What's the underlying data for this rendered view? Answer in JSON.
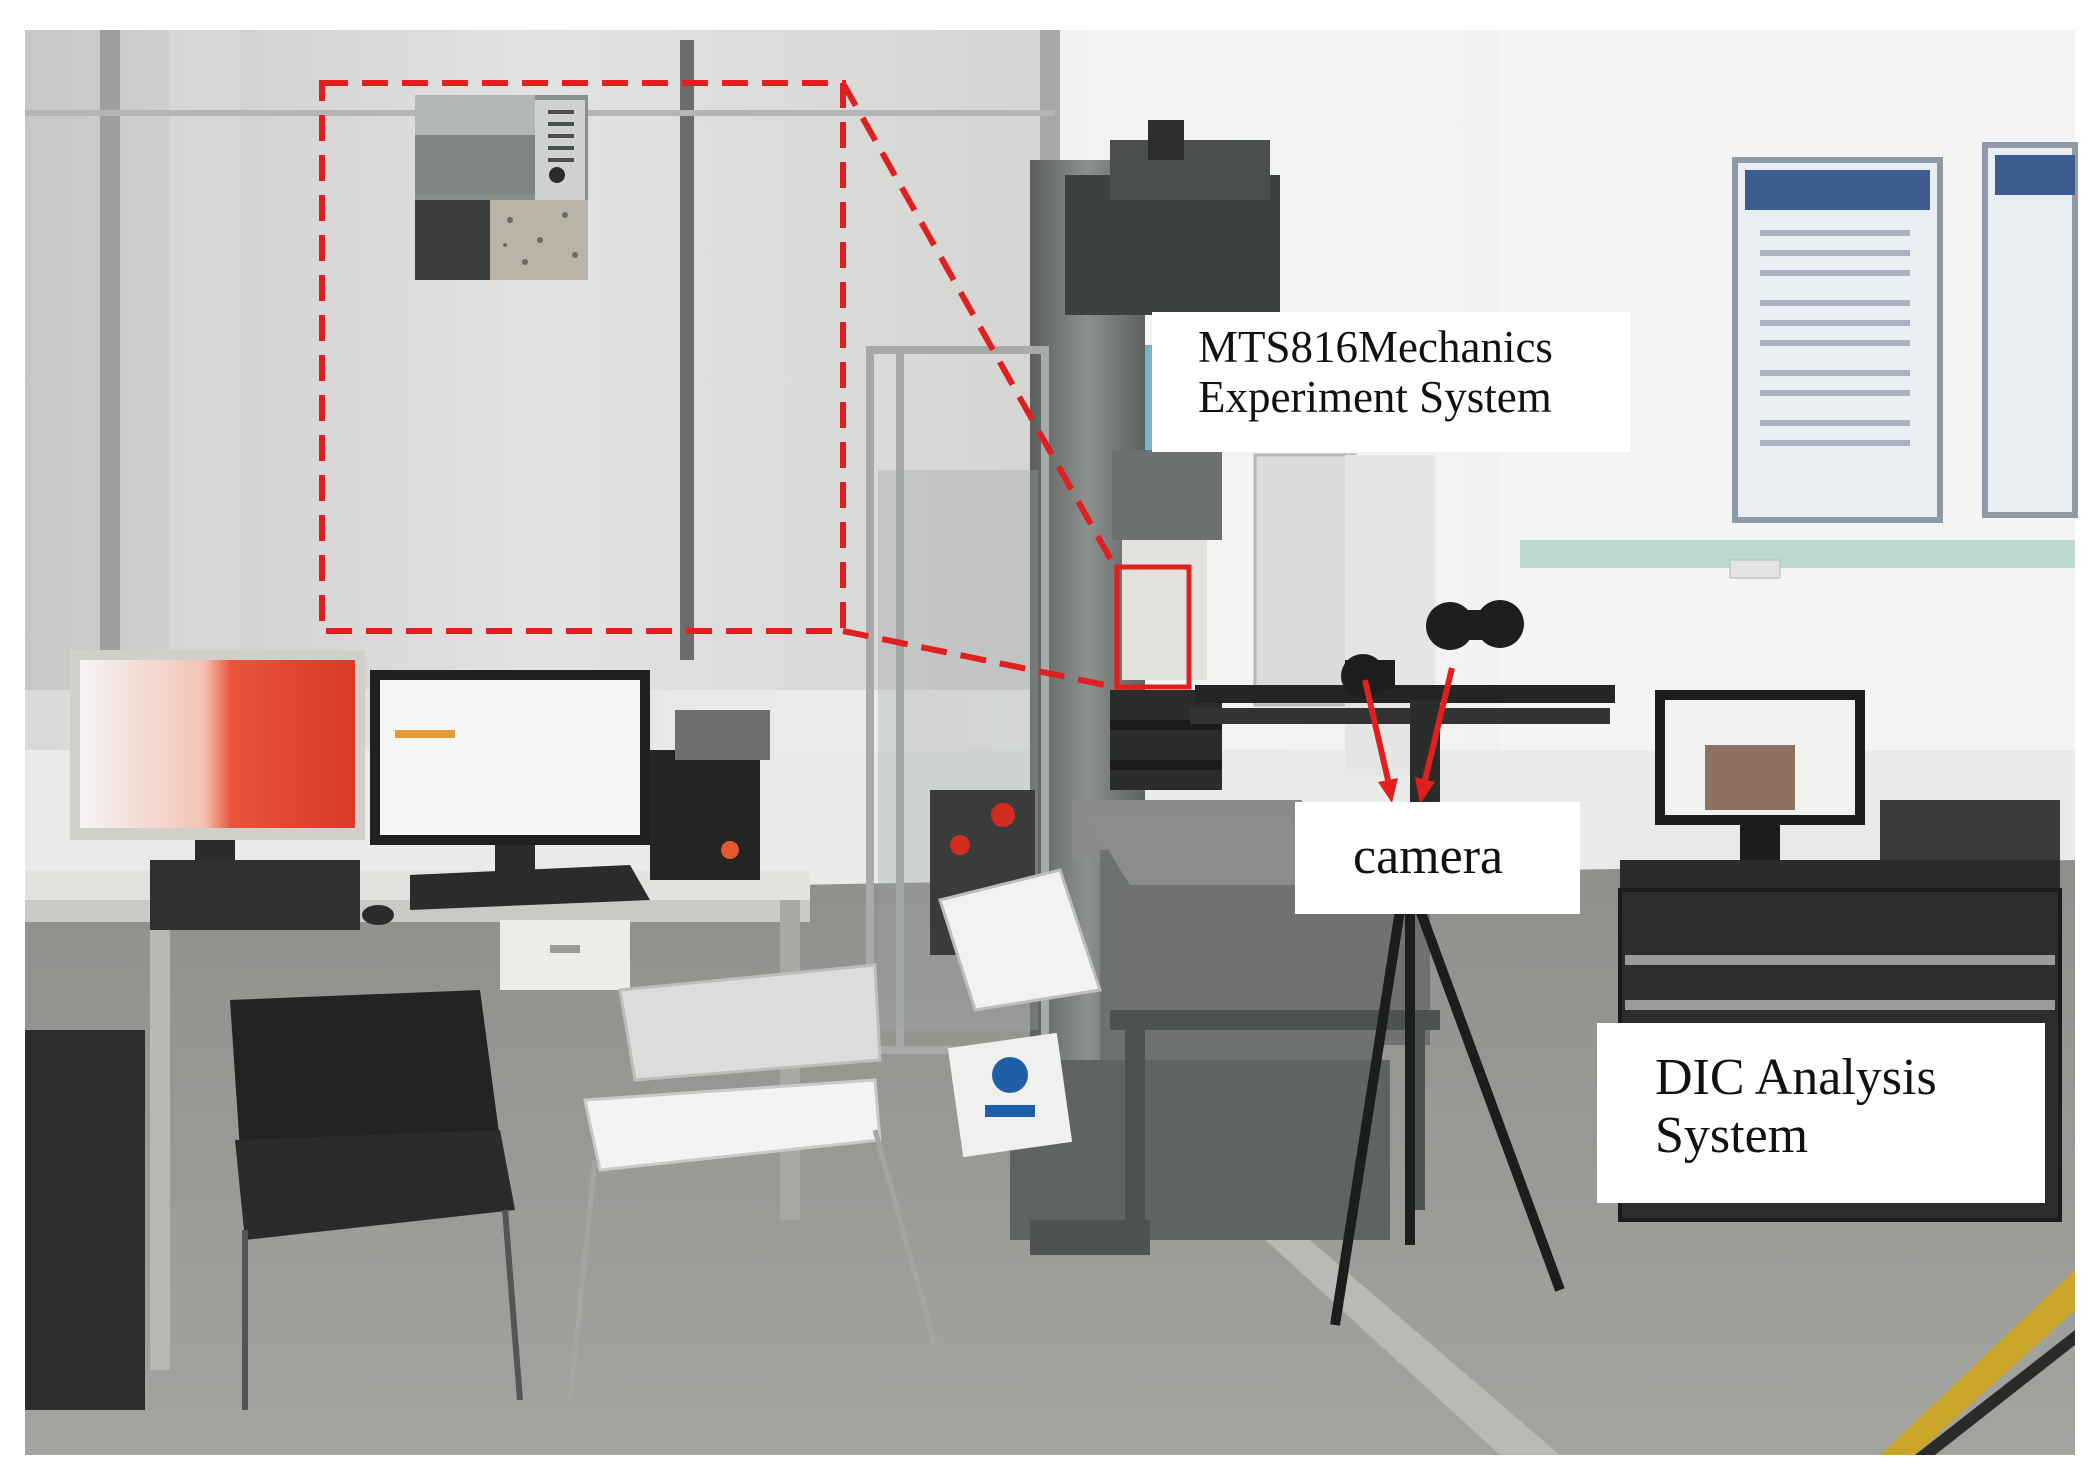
{
  "image": {
    "description_tags": [
      "laboratory",
      "testing-machine",
      "workstation",
      "tripod-cameras",
      "monitors"
    ]
  },
  "annotations": {
    "mts_label": {
      "line1": "MTS816Mechanics",
      "line2": "Experiment System"
    },
    "camera_label": {
      "text": "camera"
    },
    "dic_label": {
      "line1": "DIC Analysis",
      "line2": "System"
    }
  },
  "colors": {
    "annotation_red": "#e0201e",
    "floor": "#9a9a96",
    "wall": "#eef0ee",
    "curtain": "#cfd0ce",
    "machine_steel": "#6e7270",
    "label_bg": "#ffffff"
  }
}
